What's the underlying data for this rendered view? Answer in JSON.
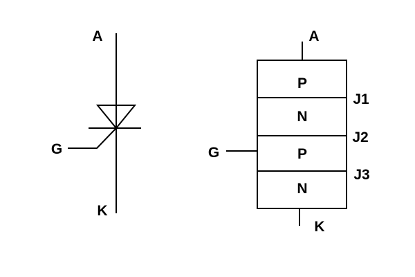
{
  "colors": {
    "background": "#ffffff",
    "ink": "#000000"
  },
  "symbol": {
    "anode": "A",
    "gate": "G",
    "cathode": "K"
  },
  "structure": {
    "anode": "A",
    "gate": "G",
    "cathode": "K",
    "layers": [
      "P",
      "N",
      "P",
      "N"
    ],
    "junctions": [
      "J1",
      "J2",
      "J3"
    ]
  }
}
